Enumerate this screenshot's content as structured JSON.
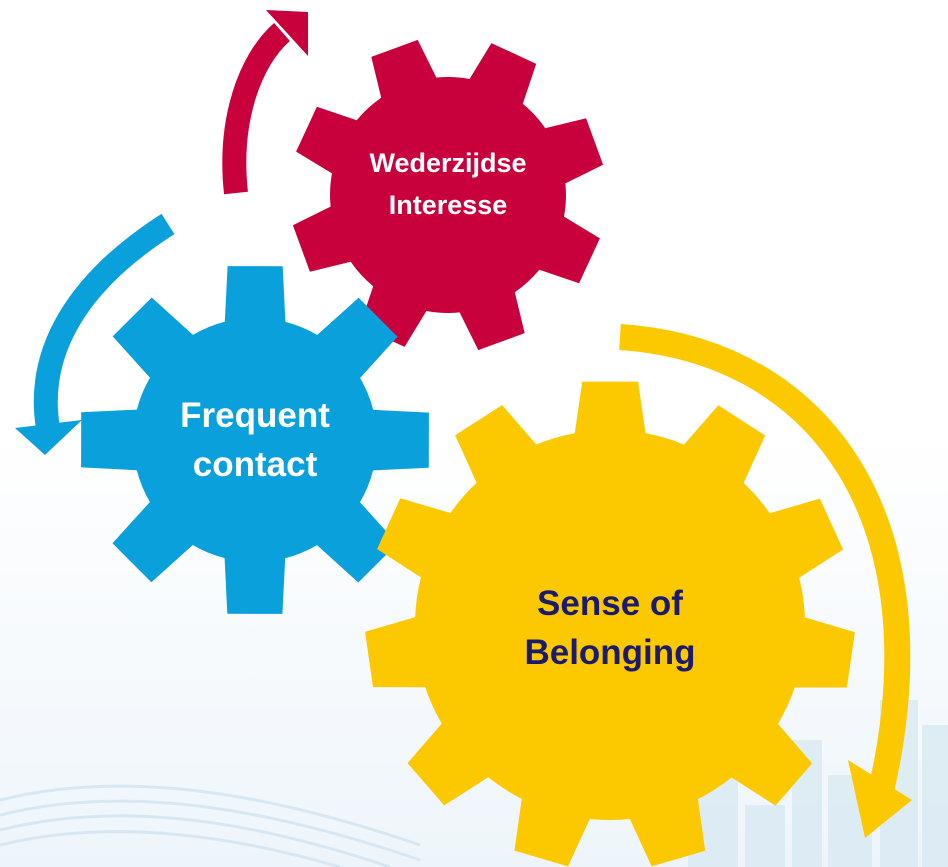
{
  "diagram": {
    "gears": [
      {
        "id": "red",
        "lines": [
          "Wederzijdse",
          "Interesse"
        ],
        "fill": "#c8003c",
        "text_color": "#ffffff"
      },
      {
        "id": "blue",
        "lines": [
          "Frequent",
          "contact"
        ],
        "fill": "#0aa0dc",
        "text_color": "#ffffff"
      },
      {
        "id": "yellow",
        "lines": [
          "Sense of",
          "Belonging"
        ],
        "fill": "#fcc800",
        "text_color": "#1a1a6e"
      }
    ],
    "arrows": [
      {
        "id": "red",
        "color": "#c8003c"
      },
      {
        "id": "blue",
        "color": "#0aa0dc"
      },
      {
        "id": "yellow",
        "color": "#fcc800"
      }
    ],
    "background": {
      "skyline_color": "#dcebf4",
      "waves_color": "#d2e4f0"
    }
  }
}
